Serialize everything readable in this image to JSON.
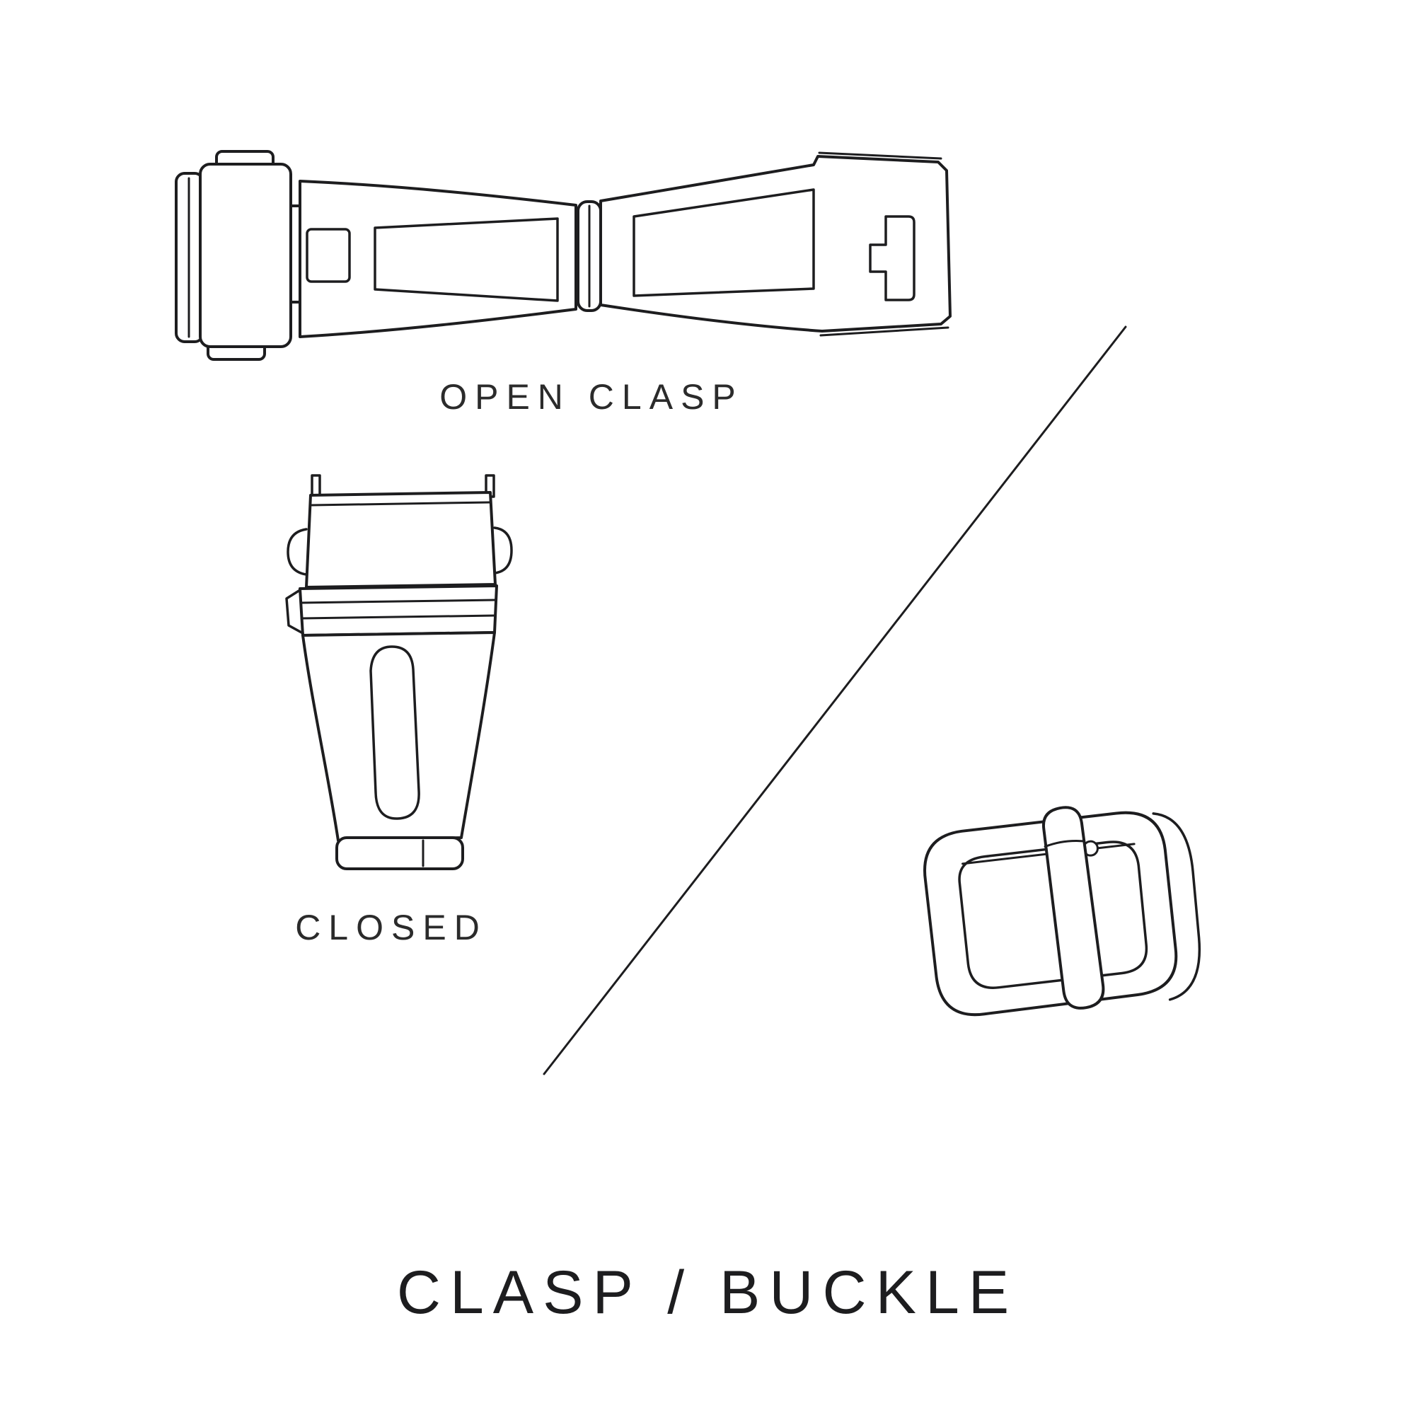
{
  "page": {
    "background_color": "#ffffff",
    "line_color": "#1d1d1f",
    "text_color": "#2b2b2b"
  },
  "title": "CLASP / BUCKLE",
  "figures": {
    "open_clasp": {
      "name": "open-clasp",
      "label": "OPEN CLASP"
    },
    "closed_clasp": {
      "name": "closed-clasp",
      "label": "CLOSED"
    },
    "buckle": {
      "name": "pin-buckle"
    }
  }
}
